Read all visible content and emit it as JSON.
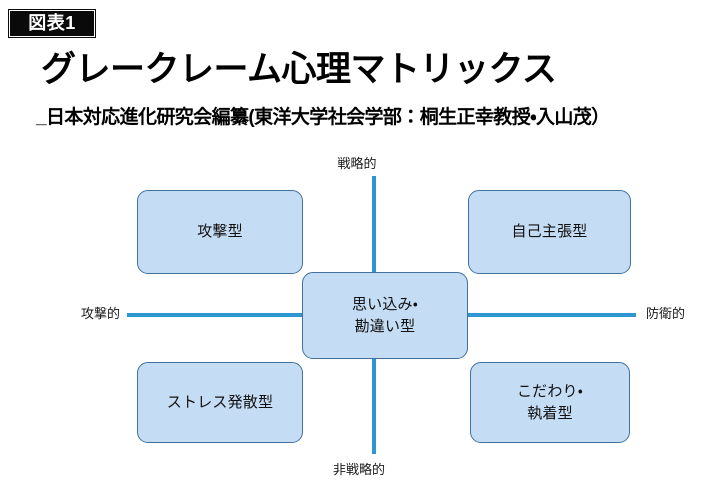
{
  "header": {
    "badge": "図表1",
    "title": "グレークレーム心理マトリックス",
    "subtitle": "_日本対応進化研究会編纂(東洋大学社会学部：桐生正幸教授・入山茂）"
  },
  "colors": {
    "box_fill": "#c5ddf4",
    "box_border": "#41719c",
    "axis": "#2e96d2",
    "badge_bg": "#0a0a0a"
  },
  "chart_data": {
    "type": "diagram",
    "title": "グレークレーム心理マトリックス",
    "axes": {
      "vertical": {
        "top_label": "戦略的",
        "bottom_label": "非戦略的"
      },
      "horizontal": {
        "left_label": "攻撃的",
        "right_label": "防衛的"
      }
    },
    "quadrants": [
      {
        "position": "top-left",
        "label": "攻撃型",
        "lines": [
          "攻撃型"
        ]
      },
      {
        "position": "top-right",
        "label": "自己主張型",
        "lines": [
          "自己主張型"
        ]
      },
      {
        "position": "center",
        "label": "思い込み・勘違い型",
        "lines": [
          "思い込み・",
          "勘違い型"
        ]
      },
      {
        "position": "bottom-left",
        "label": "ストレス発散型",
        "lines": [
          "ストレス発散型"
        ]
      },
      {
        "position": "bottom-right",
        "label": "こだわり・執着型",
        "lines": [
          "こだわり・",
          "執着型"
        ]
      }
    ]
  },
  "axis_labels": {
    "top": "戦略的",
    "bottom": "非戦略的",
    "left": "攻撃的",
    "right": "防衛的"
  },
  "boxes": {
    "top_left": "攻撃型",
    "top_right": "自己主張型",
    "center_line1": "思い込み・",
    "center_line2": "勘違い型",
    "bottom_left": "ストレス発散型",
    "bottom_right_line1": "こだわり・",
    "bottom_right_line2": "執着型"
  }
}
